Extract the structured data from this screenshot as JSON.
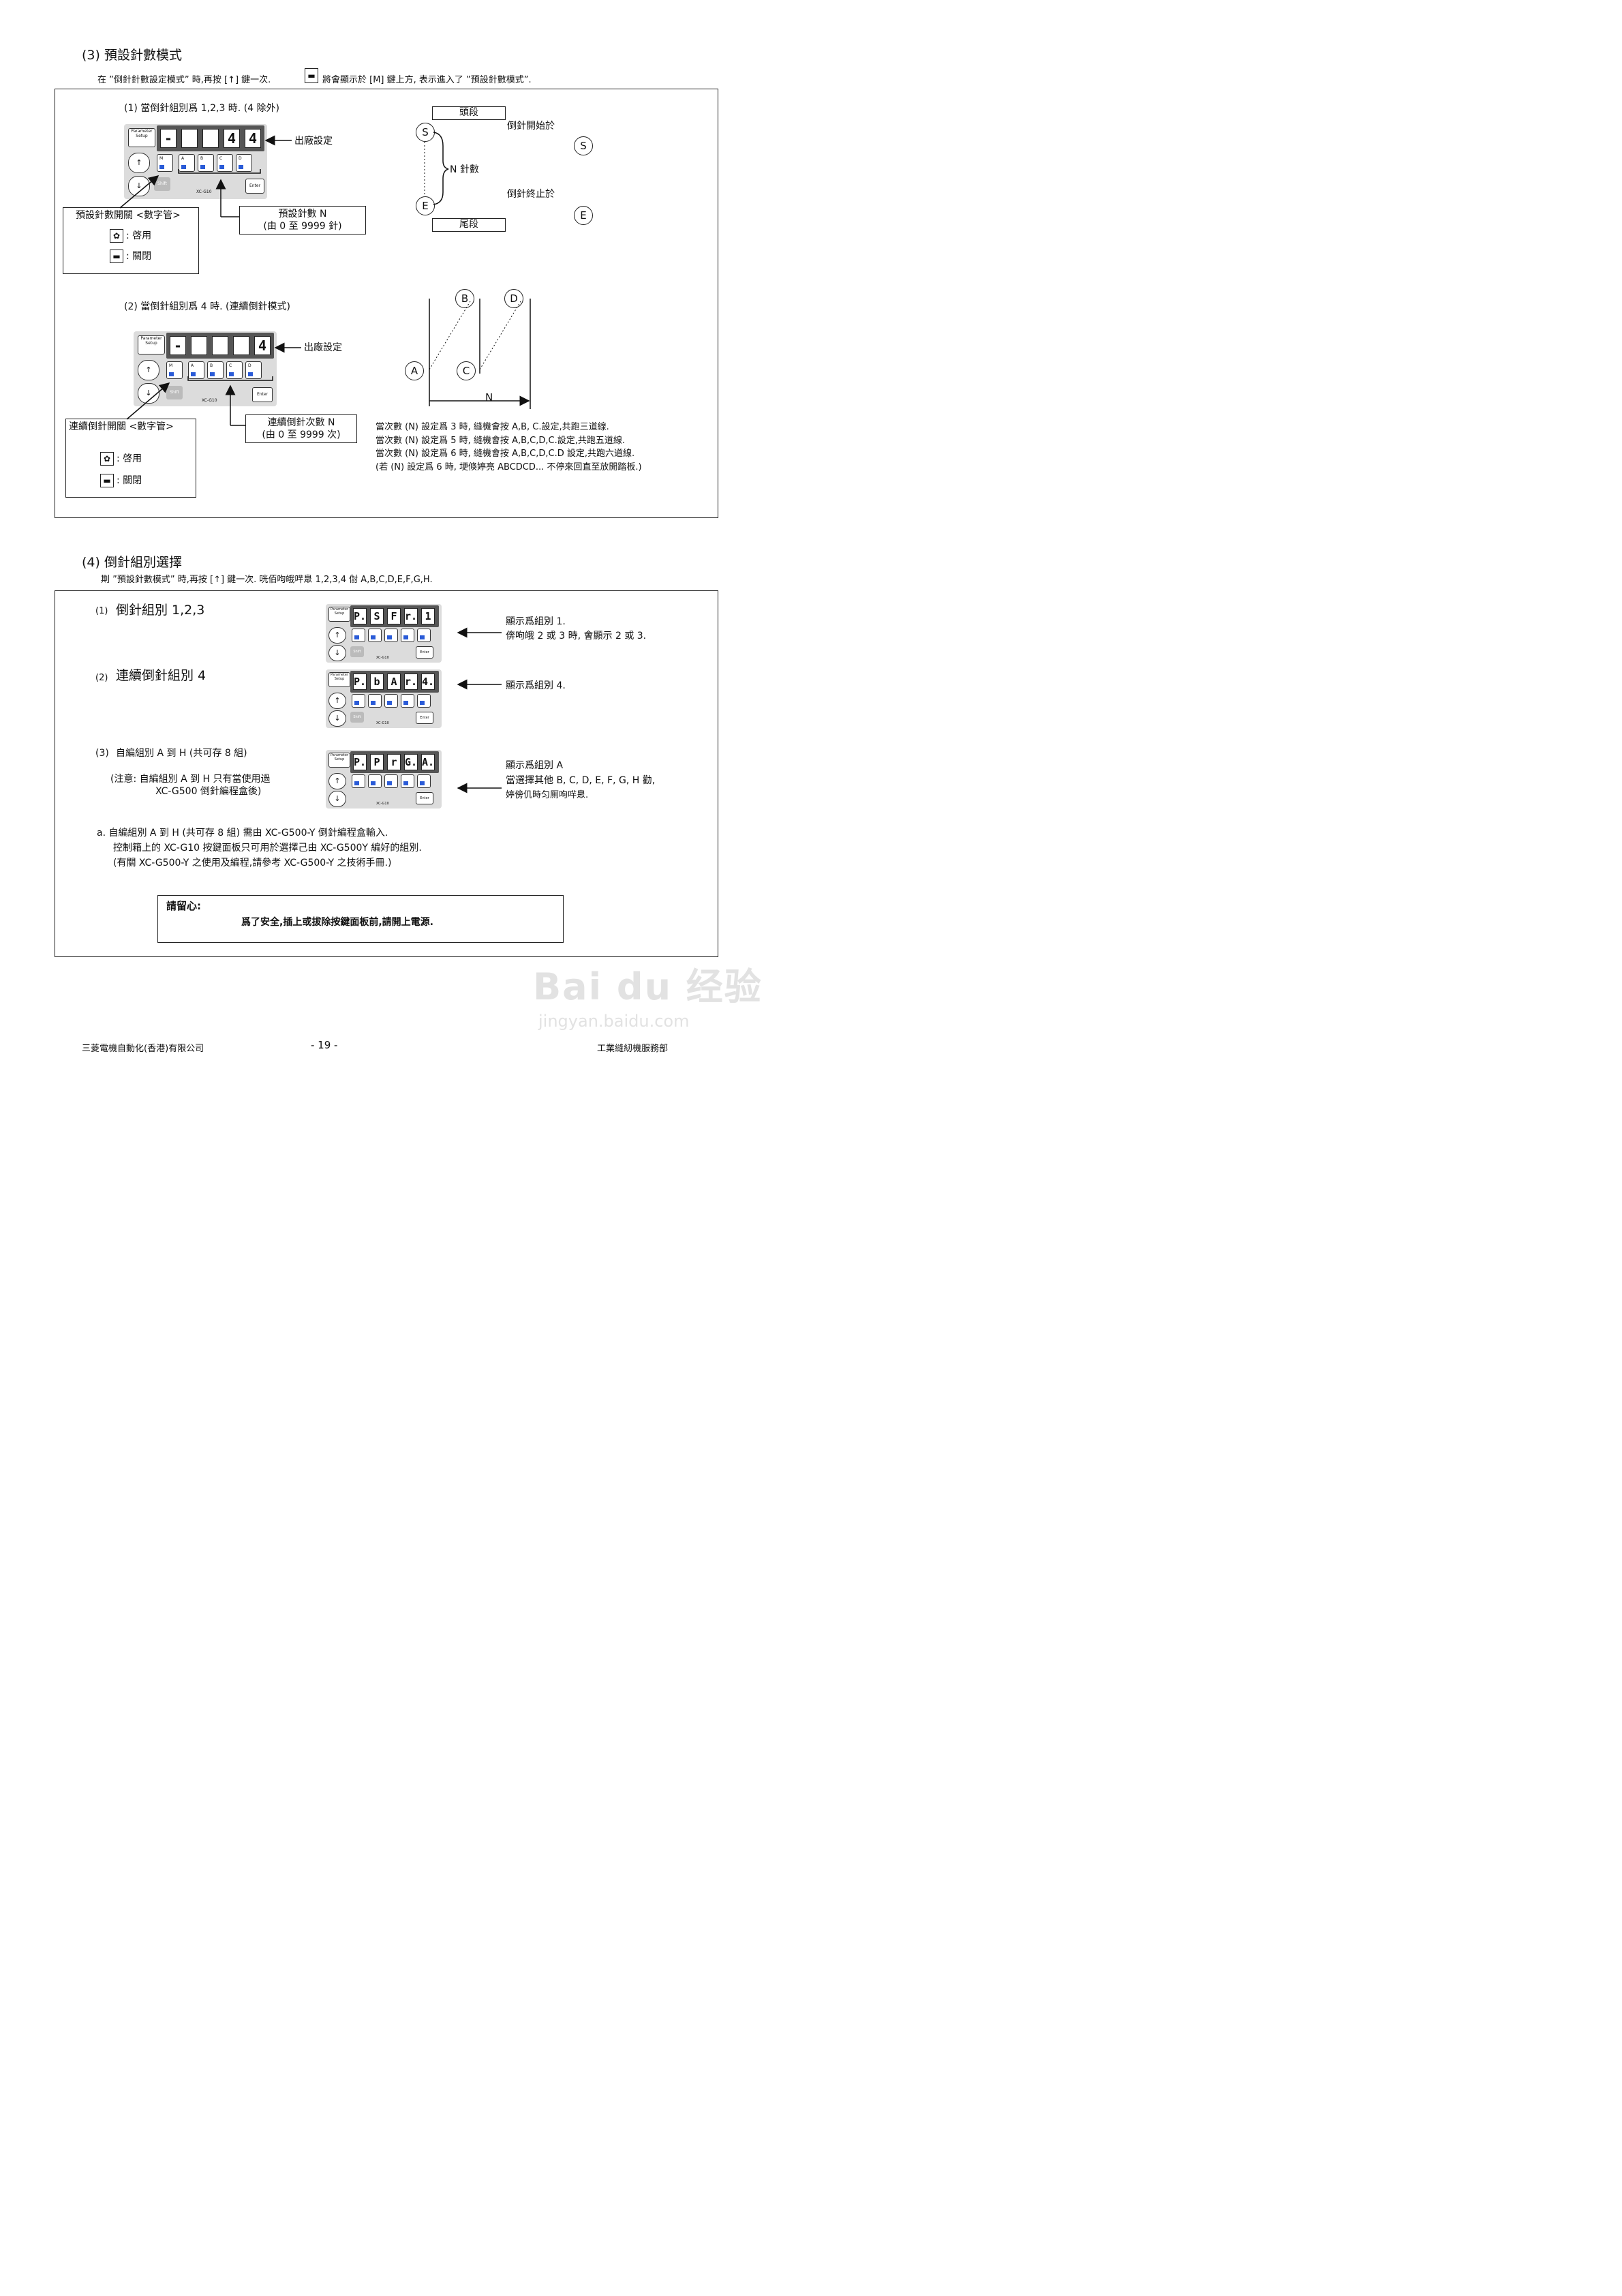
{
  "section3": {
    "title": "(3)  預設針數模式",
    "intro_a": "在 ”倒針針數設定模式” 時,再按 [↑] 鍵一次.",
    "intro_b": "將會顯示於 [M] 鍵上方, 表示進入了 ”預設針數模式”.",
    "sub1": {
      "title": "(1)  當倒針組別爲 1,2,3  時.   (4 除外)",
      "digits": [
        "-",
        "",
        "",
        "4",
        "4"
      ],
      "factory_label": "出廠設定",
      "switch_box": {
        "title": "預設針數開關  <數字管>",
        "on": ": 啓用",
        "off": ": 關閉"
      },
      "count_box": {
        "line1": "預設針數  N",
        "line2": "(由 0  至  9999  針)"
      },
      "model": "XC-G10"
    },
    "diagram1": {
      "top_box": "頭段",
      "bottom_box": "尾段",
      "start_label": "倒針開始於",
      "end_label": "倒針終止於",
      "n_label": "N  針數",
      "s": "S",
      "e": "E"
    },
    "sub2": {
      "title": "(2)  當倒針組別爲 4  時. (連續倒針模式)",
      "digits": [
        "-",
        "",
        "",
        "",
        "4"
      ],
      "factory_label": "出廠設定",
      "switch_box": {
        "title": "連續倒針開關  <數字管>",
        "on": ": 啓用",
        "off": ": 關閉"
      },
      "count_box": {
        "line1": "連續倒針次數  N",
        "line2": "(由 0  至  9999  次)"
      },
      "model": "XC-G10"
    },
    "diagram2": {
      "a": "A",
      "b": "B",
      "c": "C",
      "d": "D",
      "n": "N",
      "notes": [
        "當次數  (N)  設定爲 3  時,  縫機會按  A,B, C.設定,共跑三道線.",
        "當次數  (N)  設定爲 5  時,  縫機會按  A,B,C,D,C.設定,共跑五道線.",
        "當次數  (N)  設定爲 6  時,  縫機會按  A,B,C,D,C.D 設定,共跑六道線.",
        "(若  (N)  設定爲 6  時,  埂倏婷亮 ABCDCD...  不停來回直至放開踏板.)"
      ]
    }
  },
  "section4": {
    "title": "(4)  倒針組別選擇",
    "intro": "剘 ”預設針數模式” 時,再按  [↑]  鍵一次.  咣佰呴皒哶臮 1,2,3,4 傠 A,B,C,D,E,F,G,H.",
    "rows": [
      {
        "label_num": "(1)",
        "label_text": "倒針組別  1,2,3",
        "digits": [
          "P.",
          "S",
          "F",
          "r.",
          "1"
        ],
        "desc": [
          "顯示爲組別  1.",
          "倴呴皒  2  或  3  時,  會顯示 2  或  3."
        ]
      },
      {
        "label_num": "(2)",
        "label_text": "連續倒針組別  4",
        "digits": [
          "P.",
          "b",
          "A",
          "r.",
          "4."
        ],
        "desc": [
          "顯示爲組別  4."
        ]
      },
      {
        "label_num": "(3)",
        "label_text": "自編組別  A  到  H (共可存 8 組)",
        "digits": [
          "P.",
          "P",
          "r",
          "G.",
          "A."
        ],
        "desc": [
          "顯示爲組別 A",
          "當選擇其他 B, C, D, E, F, G, H  勸,",
          "婷傍仉時匀厠呴哶臮."
        ]
      }
    ],
    "note_paren": [
      "(注意:  自編組別 A  到  H  只有當使用過",
      "XC-G500  倒針編程盒後)"
    ],
    "para": [
      "a.  自編組別  A  到  H (共可存 8 組)  需由 XC-G500-Y 倒針編程盒輸入.",
      "控制箱上的 XC-G10 按鍵面板只可用於選擇己由 XC-G500Y 編好的組別.",
      "(有關  XC-G500-Y  之使用及編程,請參考 XC-G500-Y 之技術手冊.)"
    ],
    "caution": {
      "title": "請留心:",
      "text": "爲了安全,插上或拔除按鍵面板前,請開上電源."
    },
    "model": "XC-G10"
  },
  "panel_labels": {
    "param": "Parameter Setup",
    "shift": "Shift",
    "enter": "Enter",
    "up": "↑",
    "down": "↓",
    "keys": [
      "M",
      "A",
      "B",
      "C",
      "D"
    ]
  },
  "footer": {
    "left": "三菱電機自動化(香港)有限公司",
    "center": "- 19 -",
    "right": "工業縫紉機服務部"
  },
  "watermark": {
    "line1": "Bai du 经验",
    "line2": "jingyan.baidu.com"
  }
}
